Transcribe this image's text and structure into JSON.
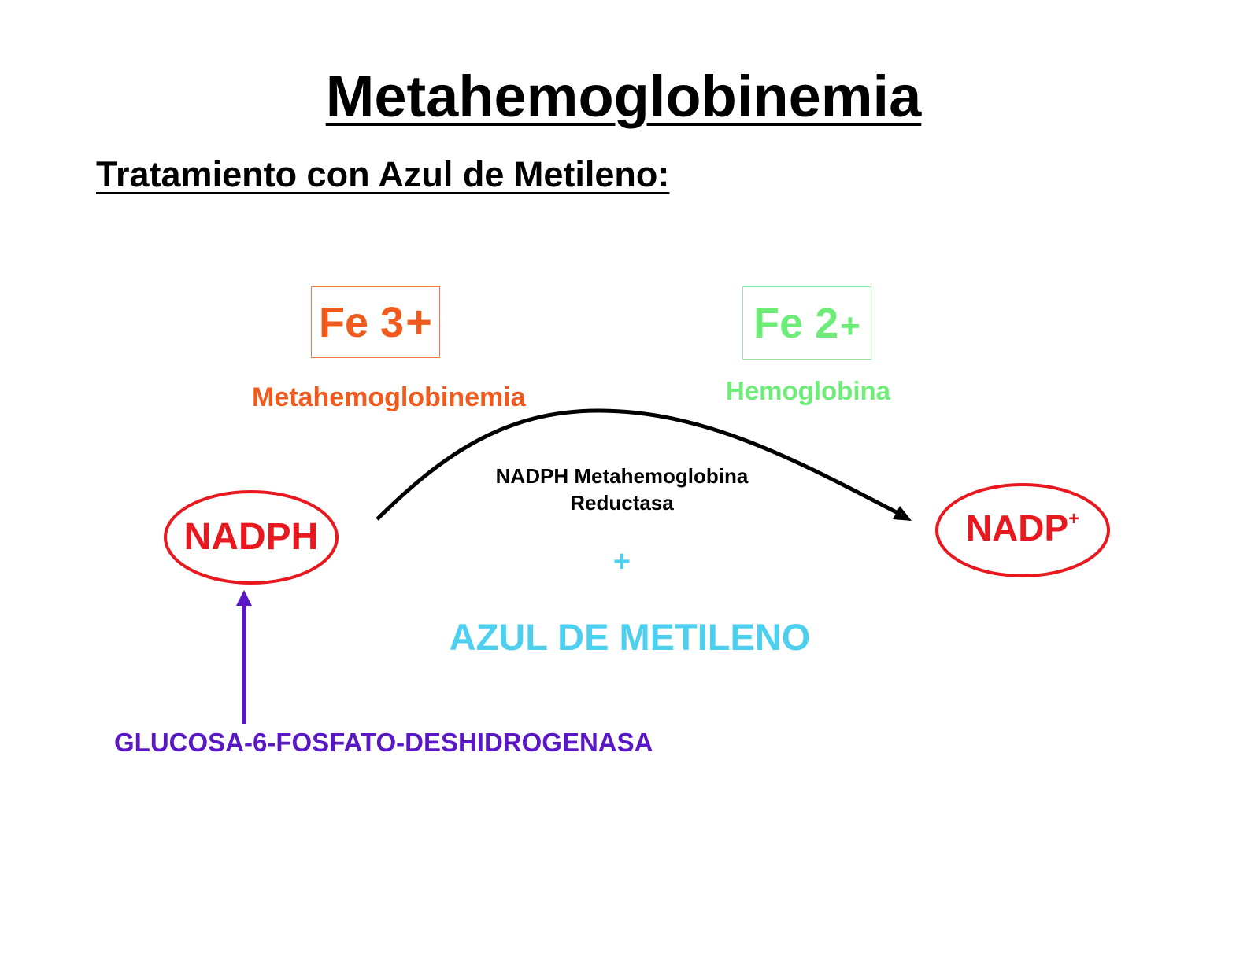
{
  "title": "Metahemoglobinemia",
  "subtitle": "Tratamiento con Azul de Metileno:",
  "fe3": {
    "element": "Fe 3",
    "charge": "+",
    "label": "Metahemoglobinemia",
    "color": "#f05a1c"
  },
  "fe2": {
    "element": "Fe 2",
    "charge": "+",
    "label": "Hemoglobina",
    "color": "#6ded78"
  },
  "enzyme": {
    "line1": "NADPH Metahemoglobina",
    "line2": "Reductasa"
  },
  "nadph": {
    "label": "NADPH",
    "color": "#e8181e"
  },
  "nadp": {
    "label": "NADP",
    "charge": "+",
    "color": "#e8181e"
  },
  "plus": "+",
  "methylene_blue": {
    "label": "AZUL DE METILENO",
    "color": "#4dd0f0"
  },
  "g6pd": {
    "label": "GLUCOSA-6-FOSFATO-DESHIDROGENASA",
    "color": "#5a17c6"
  }
}
